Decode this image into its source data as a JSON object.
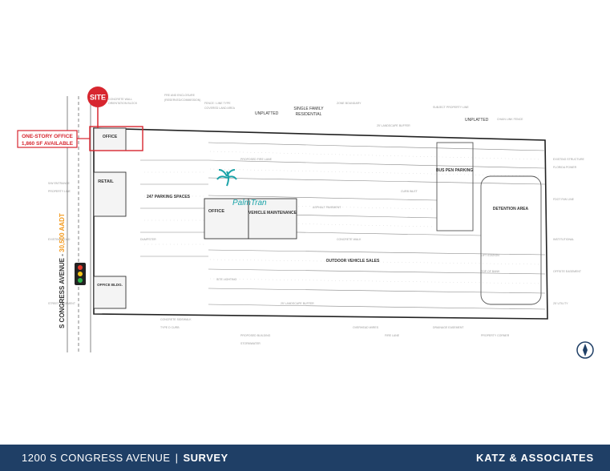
{
  "site_marker": {
    "label": "SITE"
  },
  "callout": {
    "line1": "ONE-STORY OFFICE",
    "line2": "1,860 SF AVAILABLE"
  },
  "road": {
    "name": "S CONGRESS AVENUE",
    "separator": " - ",
    "traffic": "30,500 AADT"
  },
  "buildings": {
    "office_small": "OFFICE",
    "retail": "RETAIL",
    "office_main": "OFFICE",
    "vehicle_maintenance": "VEHICLE MAINTENANCE",
    "office_lower": "OFFICE BLDG."
  },
  "labels": {
    "unplatted_1": "UNPLATTED",
    "unplatted_2": "UNPLATTED",
    "single_family_1": "SINGLE FAMILY",
    "single_family_2": "RESIDENTIAL",
    "parking_spaces": "247 PARKING SPACES",
    "bus_pen_parking": "BUS PEN PARKING",
    "detention_area": "DETENTION AREA",
    "outdoor_vehicle_sales": "OUTDOOR VEHICLE SALES"
  },
  "logo": {
    "text": "PalmTran"
  },
  "footer": {
    "address": "1200 S CONGRESS AVENUE",
    "divider": "|",
    "section": "SURVEY",
    "brand": "KATZ & ASSOCIATES"
  },
  "colors": {
    "footer_bg": "#1f3f66",
    "marker_red": "#d7262f",
    "traffic_orange": "#f39a1e",
    "line": "#555555",
    "logo_teal": "#1aa3a8"
  },
  "icons": {
    "compass": "compass-icon",
    "traffic_light": "traffic-light-icon",
    "site_pin": "map-pin-icon"
  }
}
